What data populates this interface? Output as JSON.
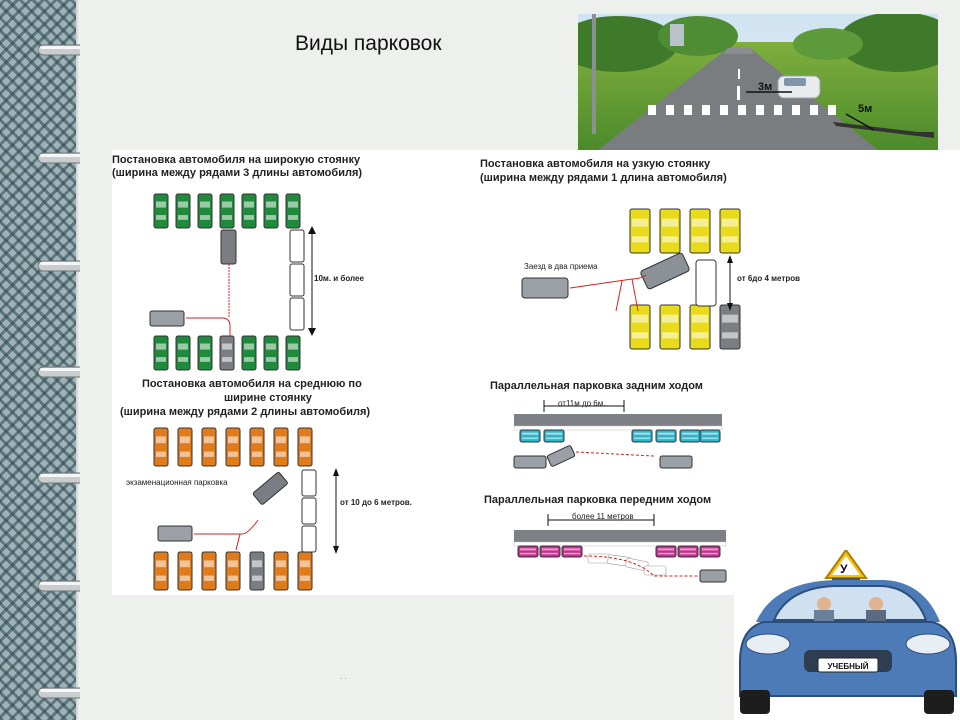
{
  "page": {
    "title": "Виды парковок"
  },
  "road_photo": {
    "label_near": "3м",
    "label_far": "5м"
  },
  "diagrams": {
    "wide": {
      "title_line1": "Постановка автомобиля на широкую стоянку",
      "title_line2": "(ширина между рядами 3 длины автомобиля)",
      "distance_label": "10м. и более",
      "car_color": "#1f8a3c"
    },
    "narrow": {
      "title_line1": "Постановка  автомобиля  на  узкую  стоянку",
      "title_line2": "(ширина между рядами 1 длина автомобиля)",
      "maneuver_label": "Заезд в два приема",
      "distance_label": "от 6до 4 метров",
      "car_color": "#e8dc1a"
    },
    "medium": {
      "title_line1": "Постановка автомобиля на среднюю по",
      "title_line2": "ширине стоянку",
      "title_line3": "(ширина между рядами 2 длины автомобиля)",
      "exam_label": "экзаменационная парковка",
      "distance_label": "от 10 до 6 метров.",
      "car_color": "#e07b1c"
    },
    "parallel_reverse": {
      "title": "Параллельная парковка задним ходом",
      "distance_label": "от11м до 6м.",
      "car_color": "#2fb3c9"
    },
    "parallel_forward": {
      "title": "Параллельная парковка передним ходом",
      "distance_label": "более 11 метров",
      "car_color": "#c5308f"
    }
  },
  "school_car": {
    "roof_sign": "У",
    "plate_text": "УЧЕБНЫЙ"
  },
  "footer": {
    "dots": ".   ."
  }
}
